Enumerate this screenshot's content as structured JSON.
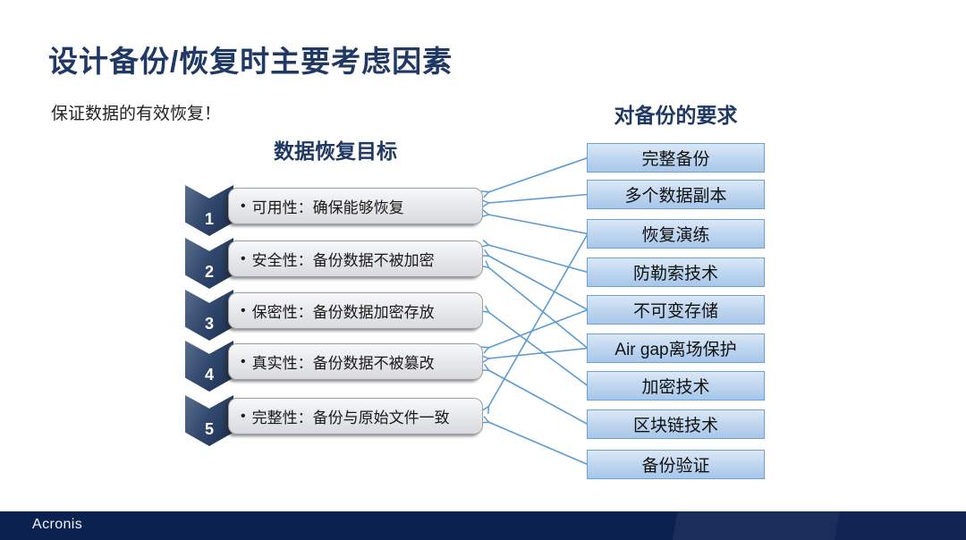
{
  "slide": {
    "title": "设计备份/恢复时主要考虑因素",
    "subtitle": "保证数据的有效恢复！",
    "bullet": "•",
    "left_section_heading": "数据恢复目标",
    "right_section_heading": "对备份的要求"
  },
  "goals": [
    {
      "num": "1",
      "text": "可用性：确保能够恢复"
    },
    {
      "num": "2",
      "text": "安全性：备份数据不被加密"
    },
    {
      "num": "3",
      "text": "保密性：备份数据加密存放"
    },
    {
      "num": "4",
      "text": "真实性：备份数据不被篡改"
    },
    {
      "num": "5",
      "text": "完整性：备份与原始文件一致"
    }
  ],
  "requirements": [
    "完整备份",
    "多个数据副本",
    "恢复演练",
    "防勒索技术",
    "不可变存储",
    "Air gap离场保护",
    "加密技术",
    "区块链技术",
    "备份验证"
  ],
  "connections_legend": "from = index into requirements (right column), to = index into goals (left column); arrows point from requirement to goal",
  "connections": [
    {
      "from": 0,
      "to": 0
    },
    {
      "from": 1,
      "to": 0
    },
    {
      "from": 2,
      "to": 0
    },
    {
      "from": 3,
      "to": 1
    },
    {
      "from": 4,
      "to": 1
    },
    {
      "from": 5,
      "to": 1
    },
    {
      "from": 6,
      "to": 2
    },
    {
      "from": 4,
      "to": 3
    },
    {
      "from": 5,
      "to": 3
    },
    {
      "from": 7,
      "to": 3
    },
    {
      "from": 2,
      "to": 4
    },
    {
      "from": 8,
      "to": 4
    }
  ],
  "footer": {
    "brand": "Acronis"
  },
  "colors": {
    "heading_navy": "#1f3864",
    "arrow_blue": "#5b9bd5",
    "req_fill_top": "#dbe8f7",
    "req_fill_bottom": "#a7c7e9",
    "req_border": "#6da1d8",
    "chevron_light": "#5a6e8e",
    "chevron_dark": "#1a2c4f",
    "goal_fill_top": "#f7f8f9",
    "goal_fill_bottom": "#d8dadd",
    "footer_navy": "#0b2150"
  }
}
